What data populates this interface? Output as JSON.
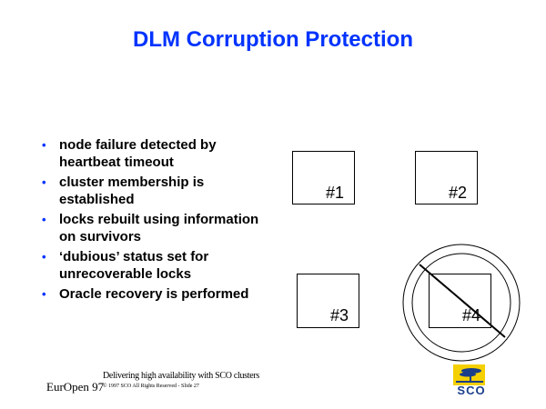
{
  "title": "DLM Corruption Protection",
  "bullets": [
    "node failure detected by heartbeat timeout",
    "cluster membership is established",
    "locks rebuilt using information on survivors",
    "‘dubious’ status set for unrecoverable locks",
    "Oracle recovery is performed"
  ],
  "bullet_glyph": "•",
  "diagram": {
    "nodes": [
      "#1",
      "#2",
      "#3",
      "#4"
    ],
    "failed_node": "#4"
  },
  "footer": {
    "event": "EurOpen 97",
    "tagline": "Delivering high availability with SCO clusters",
    "copyright": "© 1997 SCO All Rights Reserved - Slide 27"
  },
  "logo": {
    "text": "SCO"
  },
  "colors": {
    "title": "#0033ff",
    "bullet": "#0033ff",
    "logo_yellow": "#f5d000",
    "logo_blue": "#1a3e8a"
  }
}
